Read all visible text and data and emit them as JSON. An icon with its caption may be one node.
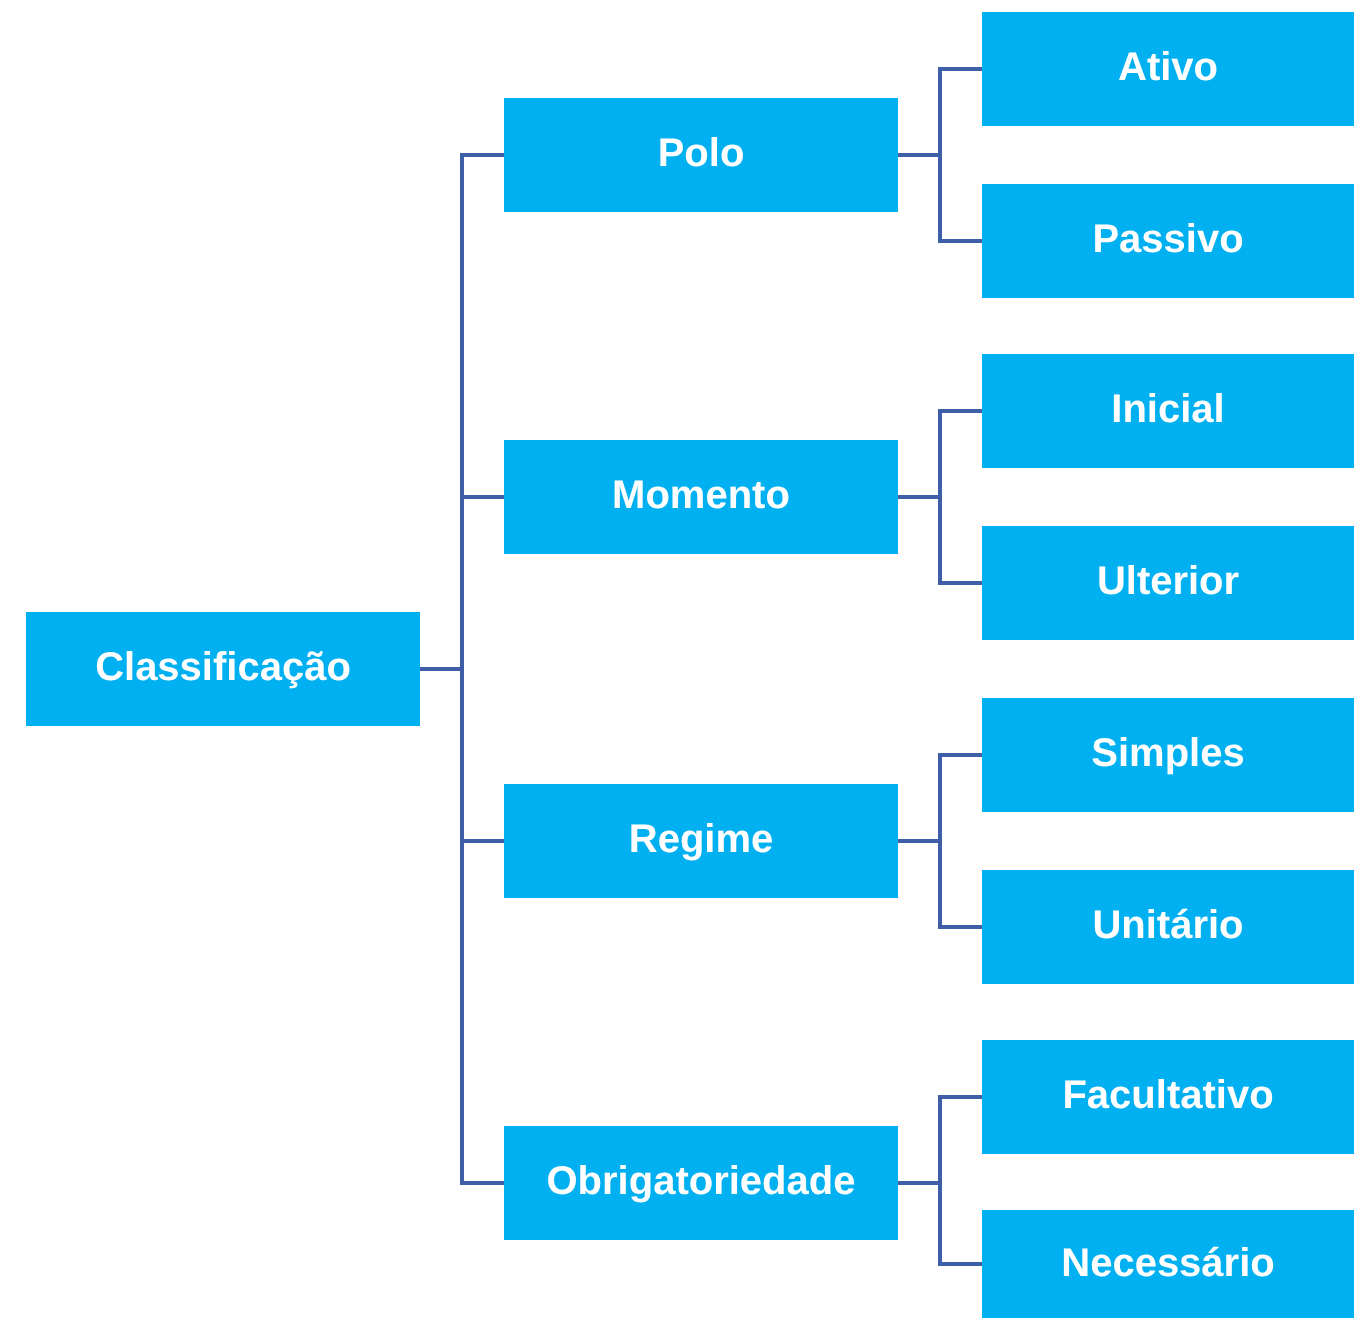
{
  "diagram": {
    "nodes": [
      {
        "text": [
          "Classificação"
        ]
      },
      {
        "text": [
          "Polo"
        ]
      },
      {
        "text": [
          "Ativo"
        ]
      },
      {
        "text": [
          "Passivo"
        ]
      },
      {
        "text": [
          "Momento"
        ]
      },
      {
        "text": [
          "Inicial"
        ]
      },
      {
        "text": [
          "Ulterior"
        ]
      },
      {
        "text": [
          "Regime"
        ]
      },
      {
        "text": [
          "Simples"
        ]
      },
      {
        "text": [
          "Unitário"
        ]
      },
      {
        "text": [
          "Obrigatoriedade"
        ]
      },
      {
        "text": [
          "Facultativo"
        ]
      },
      {
        "text": [
          "Necessário"
        ]
      }
    ],
    "edges": [
      {
        "from": 0,
        "to": 1,
        "arrow": "none"
      },
      {
        "from": 0,
        "to": 4,
        "arrow": "none"
      },
      {
        "from": 0,
        "to": 7,
        "arrow": "none"
      },
      {
        "from": 0,
        "to": 10,
        "arrow": "none"
      },
      {
        "from": 1,
        "to": 2,
        "arrow": "none"
      },
      {
        "from": 1,
        "to": 3,
        "arrow": "none"
      },
      {
        "from": 4,
        "to": 5,
        "arrow": "none"
      },
      {
        "from": 4,
        "to": 6,
        "arrow": "none"
      },
      {
        "from": 7,
        "to": 8,
        "arrow": "none"
      },
      {
        "from": 7,
        "to": 9,
        "arrow": "none"
      },
      {
        "from": 10,
        "to": 11,
        "arrow": "none"
      },
      {
        "from": 10,
        "to": 12,
        "arrow": "none"
      }
    ]
  }
}
